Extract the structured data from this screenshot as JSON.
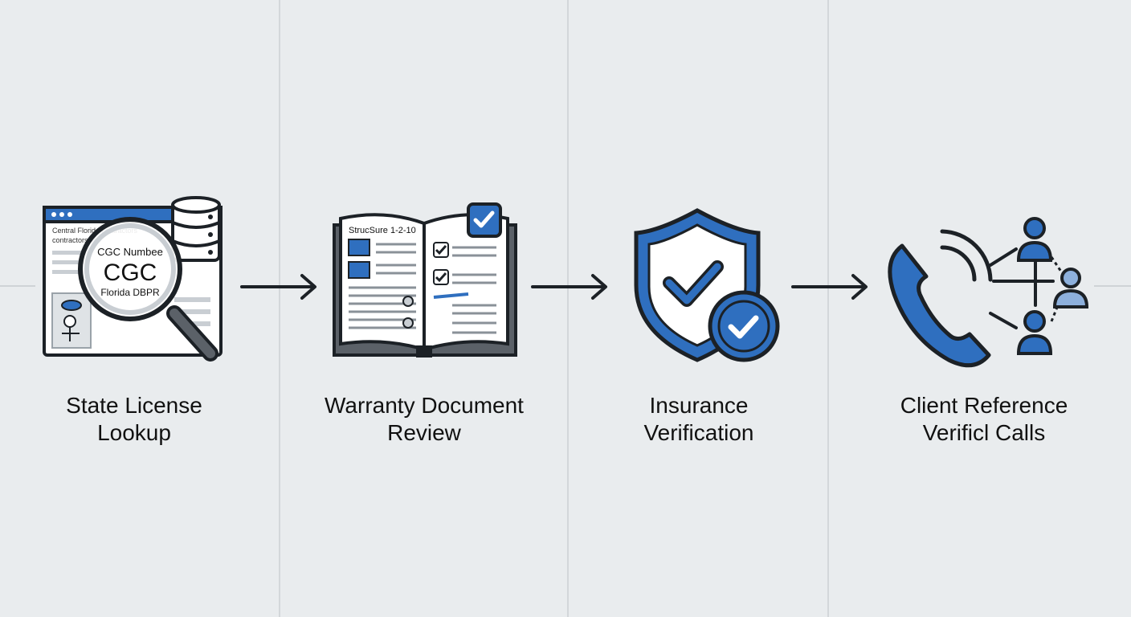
{
  "stages": [
    {
      "id": "license",
      "title_line1": "State License",
      "title_line2": "Lookup",
      "screen_text_1": "Central Florida contractors",
      "screen_text_2": "contractors lic",
      "badge_line1": "CGC Numbee",
      "badge_line2": "CGC",
      "badge_line3": "Florida DBPR"
    },
    {
      "id": "warranty",
      "title_line1": "Warranty Document",
      "title_line2": "Review",
      "book_header": "StrucSure 1-2-10"
    },
    {
      "id": "insurance",
      "title_line1": "Insurance",
      "title_line2": "Verification"
    },
    {
      "id": "references",
      "title_line1": "Client Reference",
      "title_line2": "Verificl Calls"
    }
  ],
  "colors": {
    "accent": "#2f6fbf",
    "accent_dark": "#1d4f93",
    "outline": "#1c2126",
    "background": "#e9ecee"
  }
}
